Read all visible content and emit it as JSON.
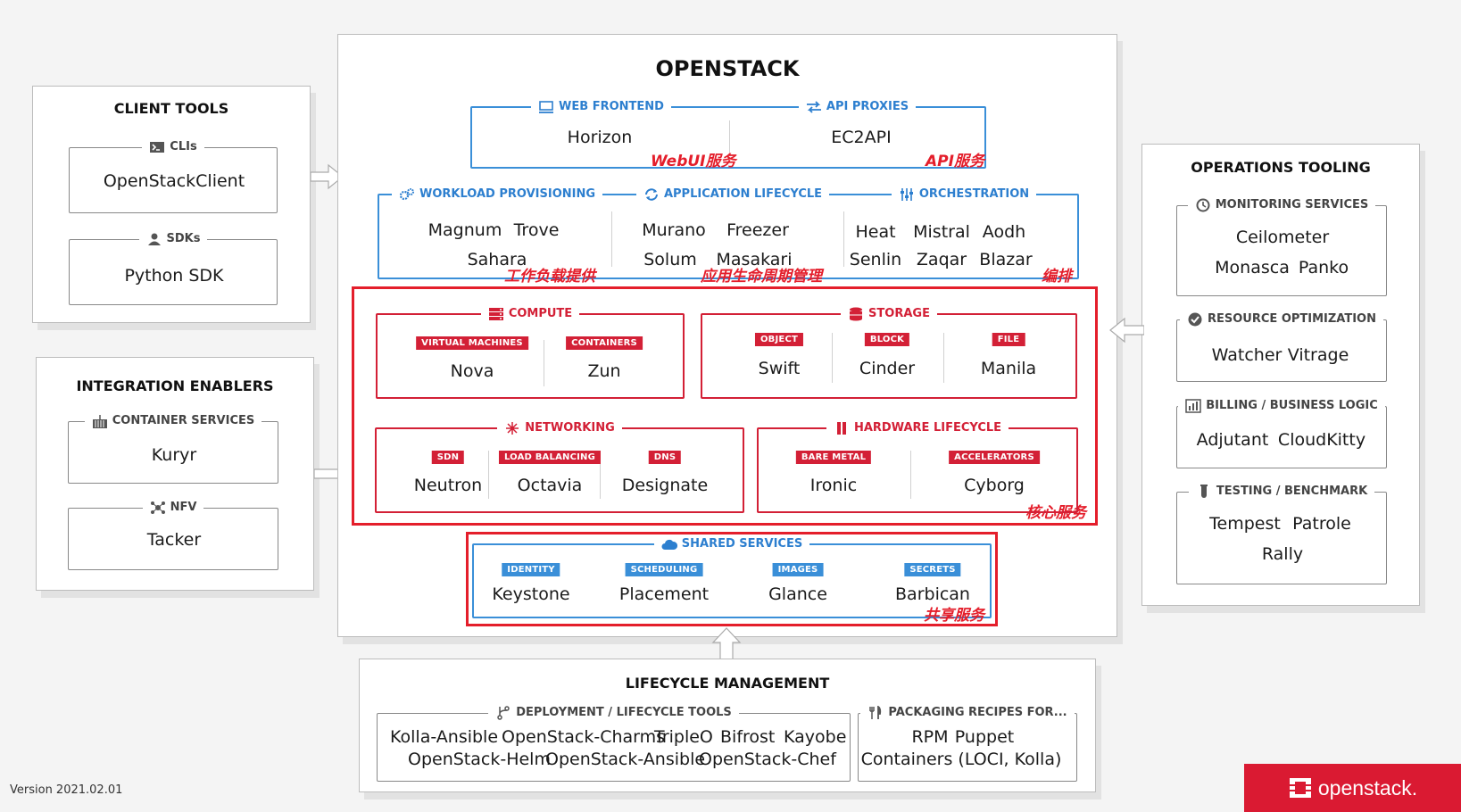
{
  "openstack": {
    "title": "OPENSTACK",
    "web_frontend": {
      "label": "WEB FRONTEND",
      "services": [
        "Horizon"
      ]
    },
    "api_proxies": {
      "label": "API PROXIES",
      "services": [
        "EC2API"
      ]
    },
    "notes": {
      "webui": "WebUI服务",
      "api": "API服务",
      "workload": "工作负载提供",
      "app": "应用生命周期管理",
      "orch": "编排",
      "core": "核心服务",
      "shared": "共享服务"
    },
    "workload": {
      "label": "WORKLOAD PROVISIONING",
      "services": [
        "Magnum",
        "Trove",
        "Sahara"
      ]
    },
    "app_lifecycle": {
      "label": "APPLICATION LIFECYCLE",
      "services": [
        "Murano",
        "Freezer",
        "Solum",
        "Masakari"
      ]
    },
    "orchestration": {
      "label": "ORCHESTRATION",
      "services": [
        "Heat",
        "Mistral",
        "Aodh",
        "Senlin",
        "Zaqar",
        "Blazar"
      ]
    },
    "compute": {
      "label": "COMPUTE",
      "items": [
        {
          "tag": "VIRTUAL MACHINES",
          "name": "Nova"
        },
        {
          "tag": "CONTAINERS",
          "name": "Zun"
        }
      ]
    },
    "storage": {
      "label": "STORAGE",
      "items": [
        {
          "tag": "OBJECT",
          "name": "Swift"
        },
        {
          "tag": "BLOCK",
          "name": "Cinder"
        },
        {
          "tag": "FILE",
          "name": "Manila"
        }
      ]
    },
    "networking": {
      "label": "NETWORKING",
      "items": [
        {
          "tag": "SDN",
          "name": "Neutron"
        },
        {
          "tag": "LOAD BALANCING",
          "name": "Octavia"
        },
        {
          "tag": "DNS",
          "name": "Designate"
        }
      ]
    },
    "hardware": {
      "label": "HARDWARE LIFECYCLE",
      "items": [
        {
          "tag": "BARE METAL",
          "name": "Ironic"
        },
        {
          "tag": "ACCELERATORS",
          "name": "Cyborg"
        }
      ]
    },
    "shared": {
      "label": "SHARED SERVICES",
      "items": [
        {
          "tag": "IDENTITY",
          "name": "Keystone"
        },
        {
          "tag": "SCHEDULING",
          "name": "Placement"
        },
        {
          "tag": "IMAGES",
          "name": "Glance"
        },
        {
          "tag": "SECRETS",
          "name": "Barbican"
        }
      ]
    }
  },
  "client_tools": {
    "title": "CLIENT TOOLS",
    "clis": {
      "label": "CLIs",
      "services": [
        "OpenStackClient"
      ]
    },
    "sdks": {
      "label": "SDKs",
      "services": [
        "Python SDK"
      ]
    }
  },
  "integration": {
    "title": "INTEGRATION ENABLERS",
    "container": {
      "label": "CONTAINER SERVICES",
      "services": [
        "Kuryr"
      ]
    },
    "nfv": {
      "label": "NFV",
      "services": [
        "Tacker"
      ]
    }
  },
  "operations": {
    "title": "OPERATIONS TOOLING",
    "monitoring": {
      "label": "MONITORING SERVICES",
      "services": [
        "Ceilometer",
        "Monasca",
        "Panko"
      ]
    },
    "resource": {
      "label": "RESOURCE OPTIMIZATION",
      "services": [
        "Watcher",
        "Vitrage"
      ]
    },
    "billing": {
      "label": "BILLING / BUSINESS LOGIC",
      "services": [
        "Adjutant",
        "CloudKitty"
      ]
    },
    "testing": {
      "label": "TESTING / BENCHMARK",
      "services": [
        "Tempest",
        "Patrole",
        "Rally"
      ]
    }
  },
  "lifecycle": {
    "title": "LIFECYCLE MANAGEMENT",
    "deployment": {
      "label": "DEPLOYMENT / LIFECYCLE TOOLS",
      "services": [
        "Kolla-Ansible",
        "OpenStack-Charms",
        "TripleO",
        "Bifrost",
        "Kayobe",
        "OpenStack-Helm",
        "OpenStack-Ansible",
        "OpenStack-Chef"
      ]
    },
    "packaging": {
      "label": "PACKAGING RECIPES FOR...",
      "services": [
        "RPM",
        "Puppet",
        "Containers (LOCI, Kolla)"
      ]
    }
  },
  "footer": {
    "version": "Version 2021.02.01",
    "brand": "openstack."
  },
  "colors": {
    "red": "#d32036",
    "blue": "#3a8fd8",
    "brand_red": "#da1a32"
  }
}
